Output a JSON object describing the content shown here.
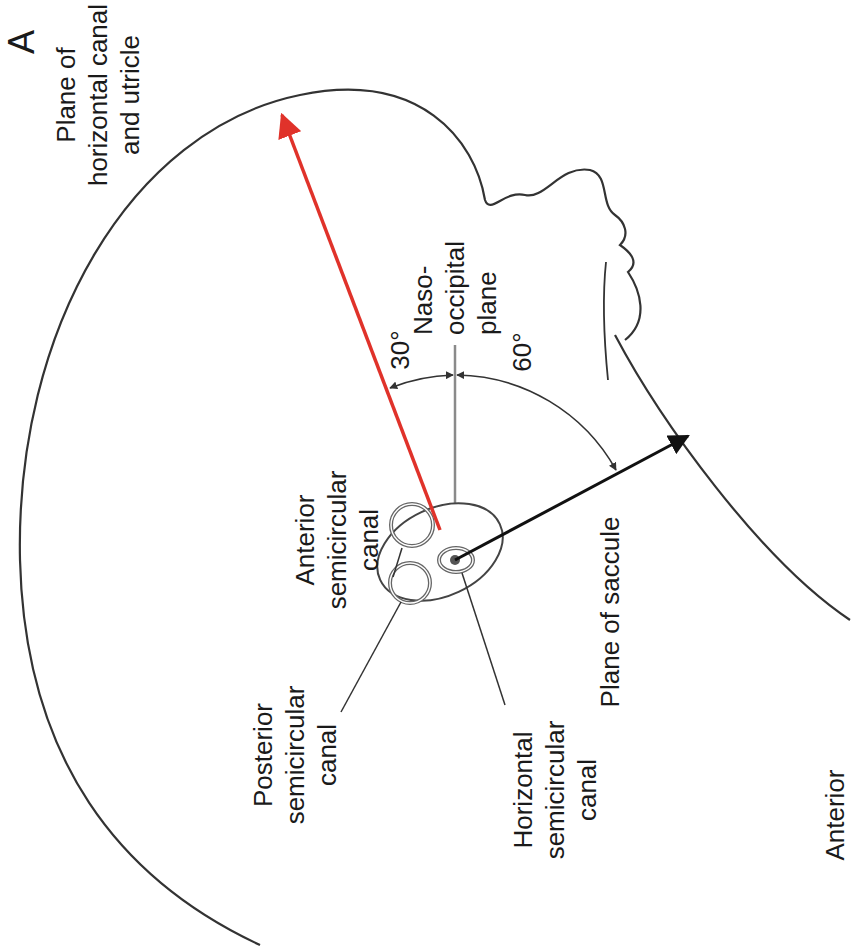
{
  "diagram": {
    "labels": [
      "A",
      "Plane of horizontal canal and utricle",
      "Naso-occipital plane",
      "30°",
      "60°",
      "Anterior semicircular canal",
      "Posterior semicircular canal",
      "Horizontal semicircular canal",
      "Plane of saccule",
      "Anterior"
    ]
  }
}
